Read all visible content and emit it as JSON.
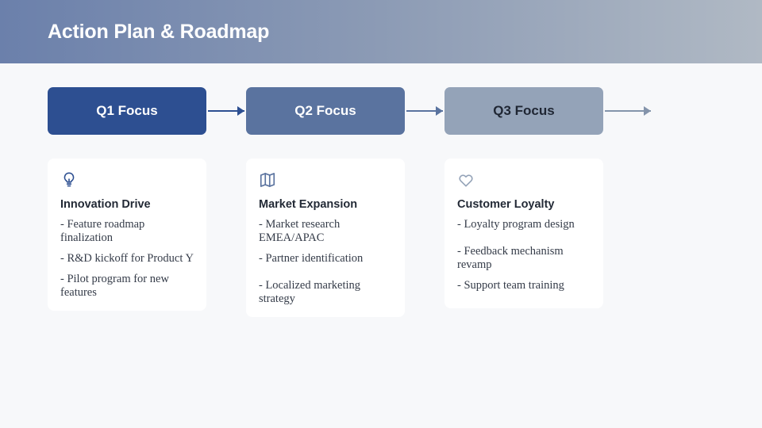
{
  "header": {
    "title": "Action Plan & Roadmap",
    "gradient_from": "#6b80ab",
    "gradient_to": "#b0b9c4"
  },
  "roadmap": {
    "stages": [
      {
        "label": "Q1 Focus",
        "color": "#2d4f91",
        "text_color": "#ffffff",
        "connector_color": "#2d4f91"
      },
      {
        "label": "Q2 Focus",
        "color": "#5a739f",
        "text_color": "#ffffff",
        "connector_color": "#5a739f"
      },
      {
        "label": "Q3 Focus",
        "color": "#94a3b8",
        "text_color": "#1f2633",
        "connector_color": "#8494ab"
      }
    ]
  },
  "cards": [
    {
      "icon": "lightbulb-icon",
      "icon_color": "#2d4f91",
      "title": "Innovation Drive",
      "items": [
        "- Feature roadmap finalization",
        "- R&D kickoff for Product Y",
        "- Pilot program for new features"
      ]
    },
    {
      "icon": "map-icon",
      "icon_color": "#5a739f",
      "title": "Market Expansion",
      "items": [
        "- Market research EMEA/APAC",
        "- Partner identification",
        "- Localized marketing strategy"
      ]
    },
    {
      "icon": "heart-icon",
      "icon_color": "#94a3b8",
      "title": "Customer Loyalty",
      "items": [
        "- Loyalty program design",
        "- Feedback mechanism revamp",
        "- Support team training"
      ]
    }
  ]
}
